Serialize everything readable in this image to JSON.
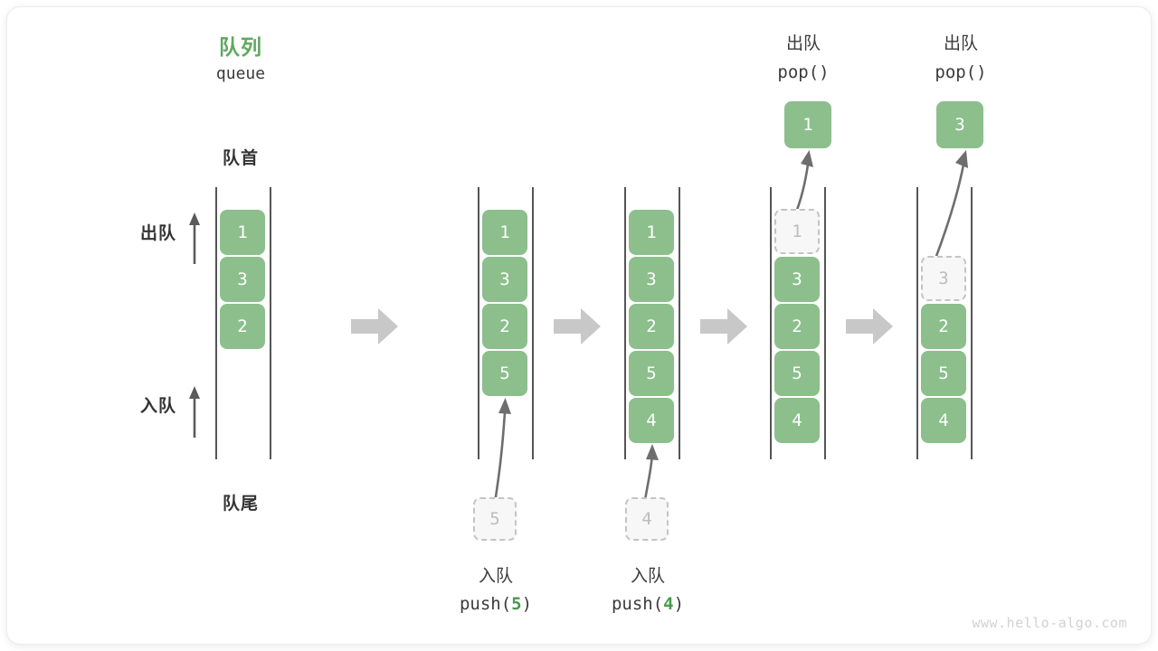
{
  "diagram": {
    "title_cn": "队列",
    "title_code": "queue",
    "head_label": "队首",
    "tail_label": "队尾",
    "dequeue_label": "出队",
    "enqueue_label": "入队",
    "watermark": "www.hello-algo.com",
    "accent_green": "#8cbf8c",
    "title_green": "#5fa95f",
    "ghost_gray": "#bdbdbd",
    "arrow_gray": "#c8c8c8"
  },
  "columns": [
    {
      "id": "initial",
      "op_cn": "",
      "op_code": "",
      "elements": [
        "1",
        "3",
        "2"
      ],
      "ghost_index": -1,
      "ghost_value": "",
      "popped_value": ""
    },
    {
      "id": "after-push-5",
      "op_cn": "入队",
      "op_code_prefix": "push(",
      "op_code_num": "5",
      "op_code_suffix": ")",
      "elements": [
        "1",
        "3",
        "2",
        "5"
      ],
      "ghost_index": -1,
      "ghost_value": "5",
      "popped_value": ""
    },
    {
      "id": "after-push-4",
      "op_cn": "入队",
      "op_code_prefix": "push(",
      "op_code_num": "4",
      "op_code_suffix": ")",
      "elements": [
        "1",
        "3",
        "2",
        "5",
        "4"
      ],
      "ghost_index": -1,
      "ghost_value": "4",
      "popped_value": ""
    },
    {
      "id": "after-pop-1",
      "op_cn": "出队",
      "op_code_prefix": "pop(",
      "op_code_num": "",
      "op_code_suffix": ")",
      "elements": [
        "3",
        "2",
        "5",
        "4"
      ],
      "ghost_index": 0,
      "ghost_value": "1",
      "popped_value": "1"
    },
    {
      "id": "after-pop-3",
      "op_cn": "出队",
      "op_code_prefix": "pop(",
      "op_code_num": "",
      "op_code_suffix": ")",
      "elements": [
        "2",
        "5",
        "4"
      ],
      "ghost_index": 1,
      "ghost_value": "3",
      "popped_value": "3"
    }
  ]
}
